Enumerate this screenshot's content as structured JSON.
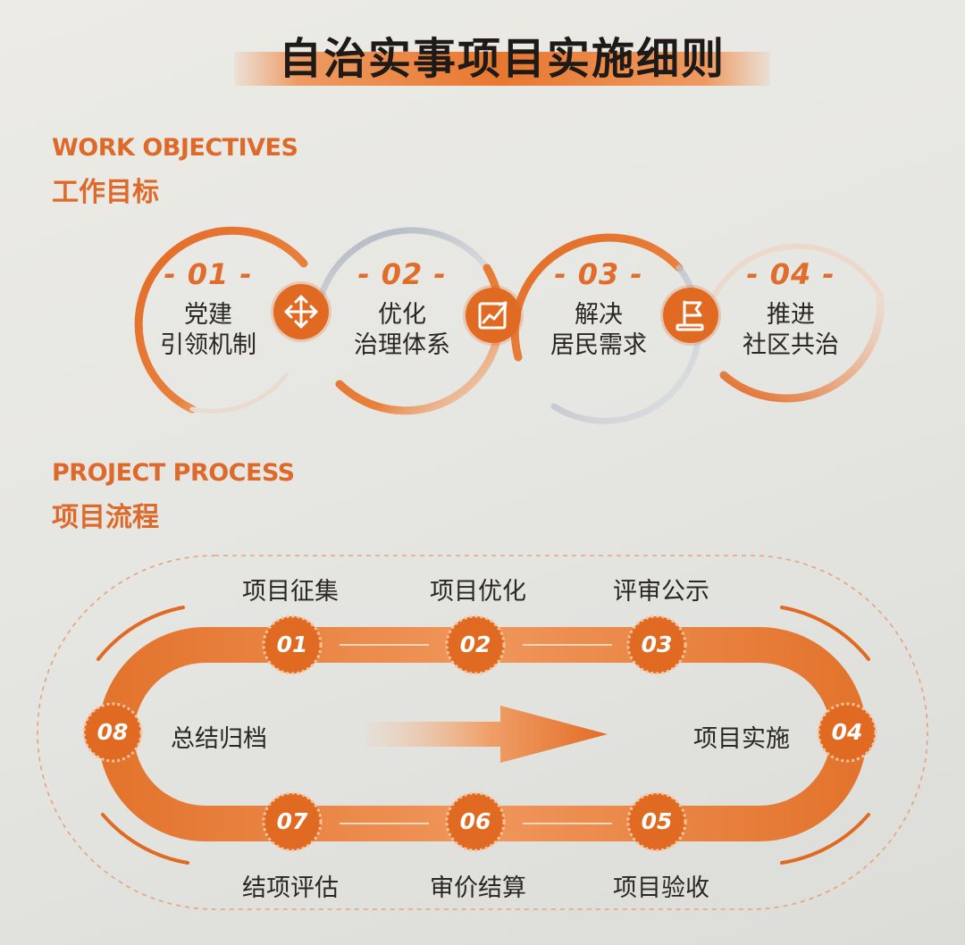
{
  "title": "自治实事项目实施细则",
  "objectives": {
    "heading_en": "WORK OBJECTIVES",
    "heading_cn": "工作目标",
    "items": [
      {
        "num": "- 01 -",
        "line1": "党建",
        "line2": "引领机制"
      },
      {
        "num": "- 02 -",
        "line1": "优化",
        "line2": "治理体系"
      },
      {
        "num": "- 03 -",
        "line1": "解决",
        "line2": "居民需求"
      },
      {
        "num": "- 04 -",
        "line1": "推进",
        "line2": "社区共治"
      }
    ],
    "icons": [
      "move-arrows-icon",
      "trend-chart-icon",
      "flag-icon"
    ]
  },
  "process": {
    "heading_en": "PROJECT PROCESS",
    "heading_cn": "项目流程",
    "steps": [
      {
        "num": "01",
        "label": "项目征集"
      },
      {
        "num": "02",
        "label": "项目优化"
      },
      {
        "num": "03",
        "label": "评审公示"
      },
      {
        "num": "04",
        "label": "项目实施"
      },
      {
        "num": "05",
        "label": "项目验收"
      },
      {
        "num": "06",
        "label": "审价结算"
      },
      {
        "num": "07",
        "label": "结项评估"
      },
      {
        "num": "08",
        "label": "总结归档"
      }
    ]
  },
  "colors": {
    "accent": "#e06a22",
    "accent_light": "#f2a067",
    "ring_gray": "#b8bec8",
    "text_dark": "#2a2623"
  }
}
